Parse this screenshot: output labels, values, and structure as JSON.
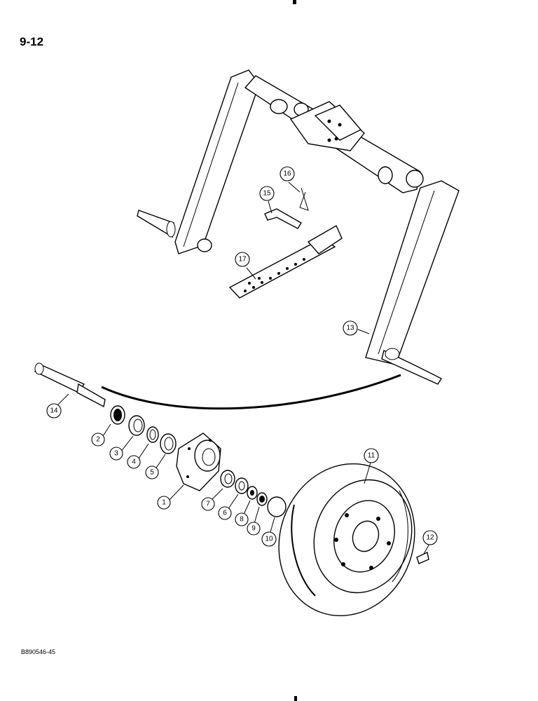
{
  "page_number": "9-12",
  "footer_code": "B890546-45",
  "callouts": [
    "1",
    "2",
    "3",
    "4",
    "5",
    "6",
    "7",
    "8",
    "9",
    "10",
    "11",
    "12",
    "13",
    "14",
    "15",
    "16",
    "17"
  ]
}
